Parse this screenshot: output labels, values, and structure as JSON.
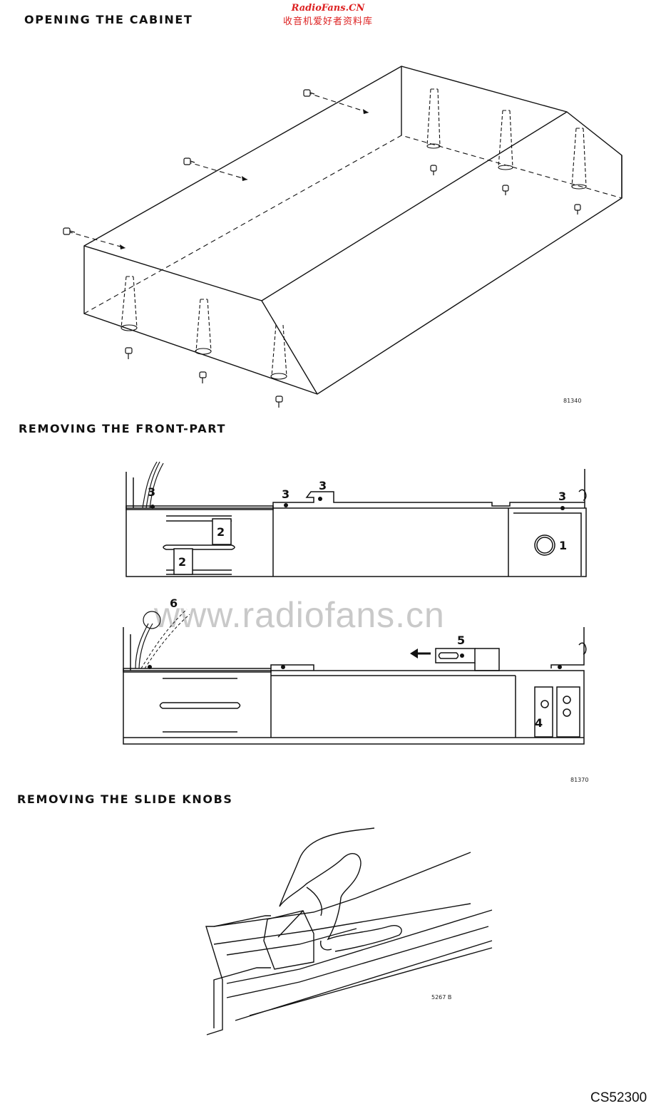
{
  "brand": {
    "line1": "RadioFans.CN",
    "line2": "收音机爱好者资料库"
  },
  "watermark": "www.radiofans.cn",
  "sections": [
    {
      "heading": "OPENING THE CABINET",
      "figure_code": "81340"
    },
    {
      "heading": "REMOVING THE FRONT-PART",
      "figure_code": "81370",
      "callouts_top": [
        "3",
        "3",
        "3",
        "3",
        "2",
        "2",
        "1"
      ],
      "callouts_bottom": [
        "6",
        "5",
        "4"
      ]
    },
    {
      "heading": "REMOVING THE SLIDE KNOBS",
      "figure_code": "5267 B"
    }
  ],
  "document_code": "CS52300"
}
